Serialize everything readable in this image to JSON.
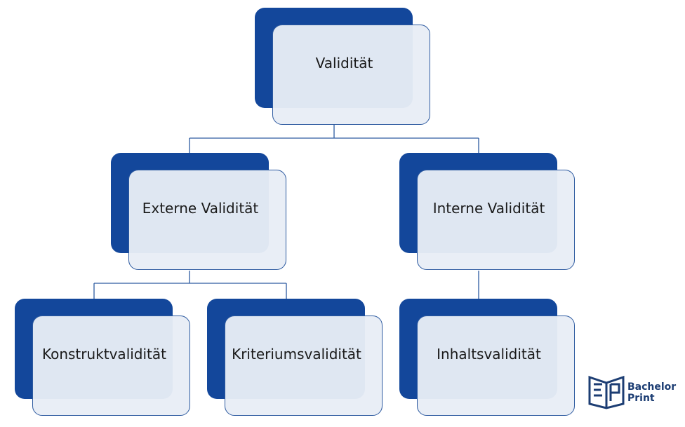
{
  "diagram": {
    "nodes": [
      {
        "id": "root",
        "label": "Validität"
      },
      {
        "id": "externe",
        "label": "Externe Validität"
      },
      {
        "id": "interne",
        "label": "Interne Validität"
      },
      {
        "id": "konstrukt",
        "label": "Konstruktvalidität"
      },
      {
        "id": "kriterium",
        "label": "Kriteriumsvalidität"
      },
      {
        "id": "inhalt",
        "label": "Inhaltsvalidität"
      }
    ],
    "edges": [
      {
        "from": "root",
        "to": "externe"
      },
      {
        "from": "root",
        "to": "interne"
      },
      {
        "from": "externe",
        "to": "konstrukt"
      },
      {
        "from": "externe",
        "to": "kriterium"
      },
      {
        "from": "interne",
        "to": "inhalt"
      }
    ],
    "colors": {
      "dark": "#13479b",
      "light": "#e8edf6",
      "border": "#2d5aa0",
      "line": "#2d5aa0"
    }
  },
  "logo": {
    "line1": "Bachelor",
    "line2": "Print",
    "icon": "book-logo-icon"
  }
}
